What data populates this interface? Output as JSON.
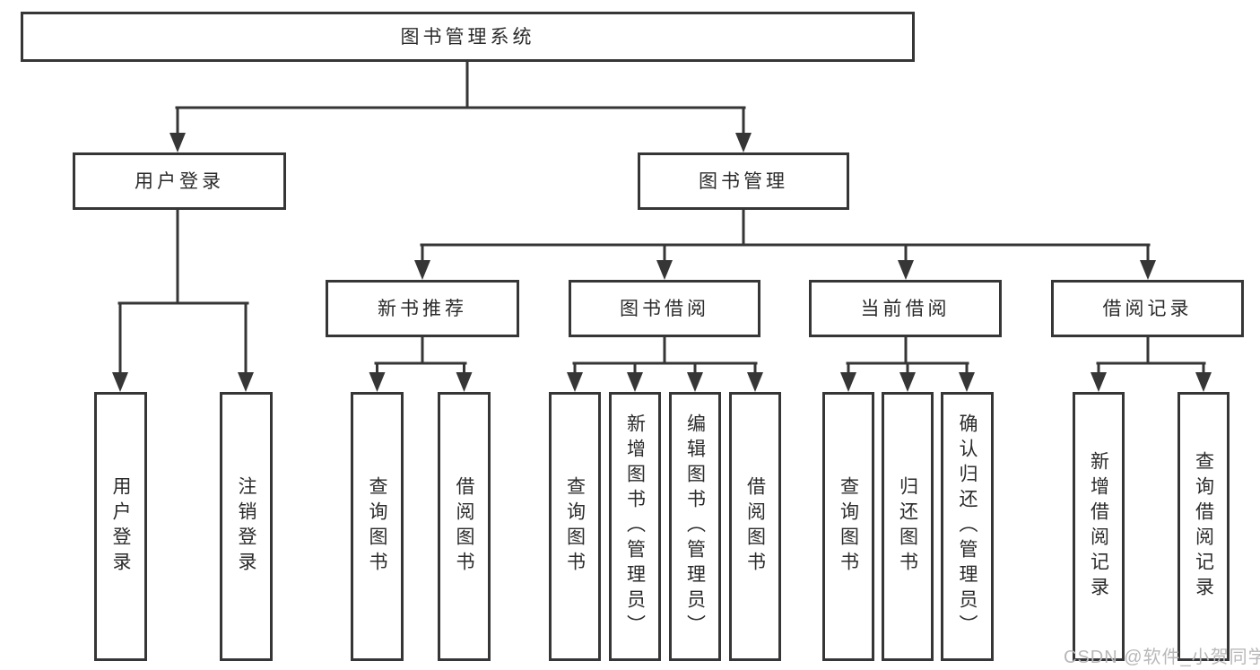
{
  "title": "图书管理系统",
  "tree": {
    "label": "图书管理系统",
    "children": [
      {
        "label": "用户登录",
        "children": [
          {
            "label": "用户登录"
          },
          {
            "label": "注销登录"
          }
        ]
      },
      {
        "label": "图书管理",
        "children": [
          {
            "label": "新书推荐",
            "children": [
              {
                "label": "查询图书"
              },
              {
                "label": "借阅图书"
              }
            ]
          },
          {
            "label": "图书借阅",
            "children": [
              {
                "label": "查询图书"
              },
              {
                "label": "新增图书（管理员）"
              },
              {
                "label": "编辑图书（管理员）"
              },
              {
                "label": "借阅图书"
              }
            ]
          },
          {
            "label": "当前借阅",
            "children": [
              {
                "label": "查询图书"
              },
              {
                "label": "归还图书"
              },
              {
                "label": "确认归还（管理员）"
              }
            ]
          },
          {
            "label": "借阅记录",
            "children": [
              {
                "label": "新增借阅记录"
              },
              {
                "label": "查询借阅记录"
              }
            ]
          }
        ]
      }
    ]
  },
  "watermark": {
    "text": "CSDN @软件_小贺同学"
  },
  "colors": {
    "background": "#ffffff",
    "box_border": "#363636",
    "connector_line": "#363636",
    "text": "#2b2b2b",
    "watermark_text": "#b8b8b8"
  }
}
